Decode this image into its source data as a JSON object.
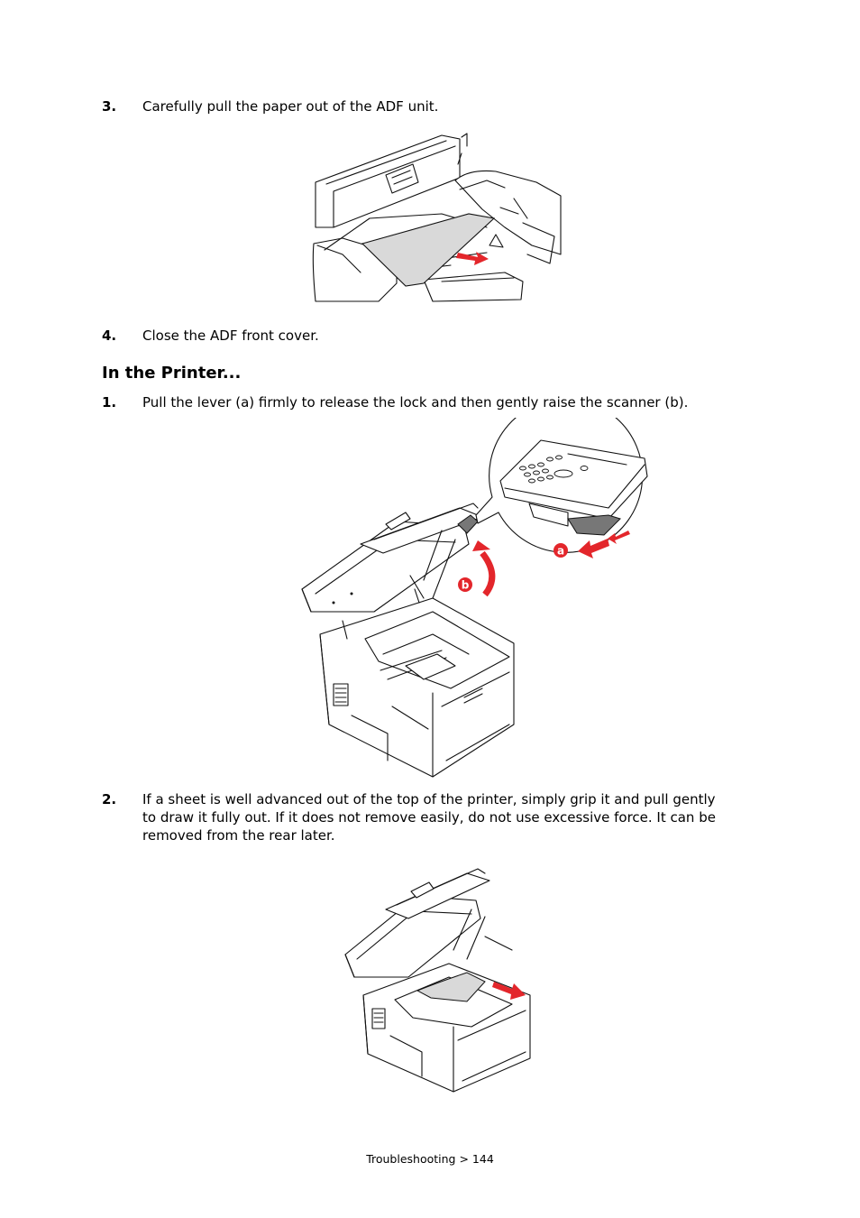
{
  "steps_adf": [
    {
      "num": "3.",
      "text": "Carefully pull the paper out of the ADF unit."
    },
    {
      "num": "4.",
      "text": "Close the ADF front cover."
    }
  ],
  "section_heading": "In the Printer...",
  "steps_printer": [
    {
      "num": "1.",
      "text": "Pull the lever (a) firmly to release the lock and then gently raise the scanner (b)."
    },
    {
      "num": "2.",
      "lines": [
        "If a sheet is well advanced out of the top of the printer, simply grip it and pull gently",
        "to draw it fully out. If it does not remove easily, do not use excessive force. It can be",
        "removed from the rear later."
      ]
    }
  ],
  "callouts": {
    "a": "a",
    "b": "b"
  },
  "footer": "Troubleshooting > 144",
  "colors": {
    "arrow": "#e3262b",
    "paper": "#d9d9d9",
    "lever": "#777777"
  },
  "icons": [
    "adf-paper-removal-illustration",
    "raise-scanner-illustration",
    "remove-sheet-illustration"
  ]
}
